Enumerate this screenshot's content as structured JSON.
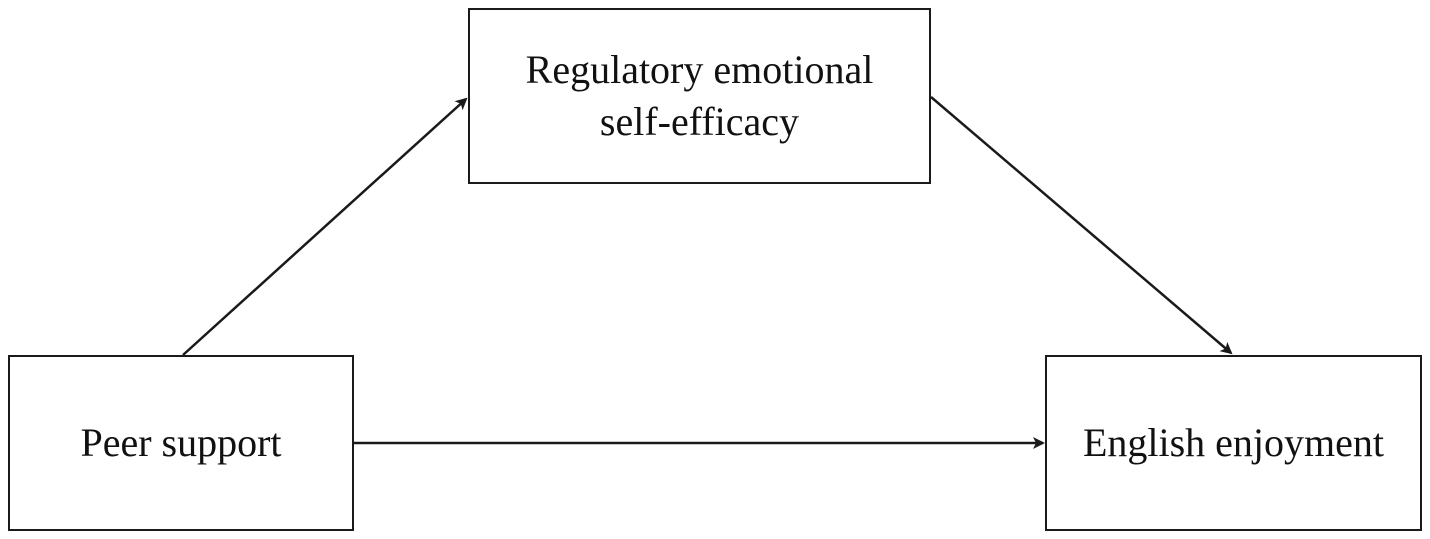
{
  "diagram": {
    "nodes": {
      "mediator": {
        "label": "Regulatory emotional\nself-efficacy"
      },
      "predictor": {
        "label": "Peer support"
      },
      "outcome": {
        "label": "English enjoyment"
      }
    },
    "edges": [
      {
        "from": "predictor",
        "to": "mediator"
      },
      {
        "from": "mediator",
        "to": "outcome"
      },
      {
        "from": "predictor",
        "to": "outcome"
      }
    ],
    "colors": {
      "line": "#1a1a1a",
      "background": "#ffffff"
    }
  }
}
